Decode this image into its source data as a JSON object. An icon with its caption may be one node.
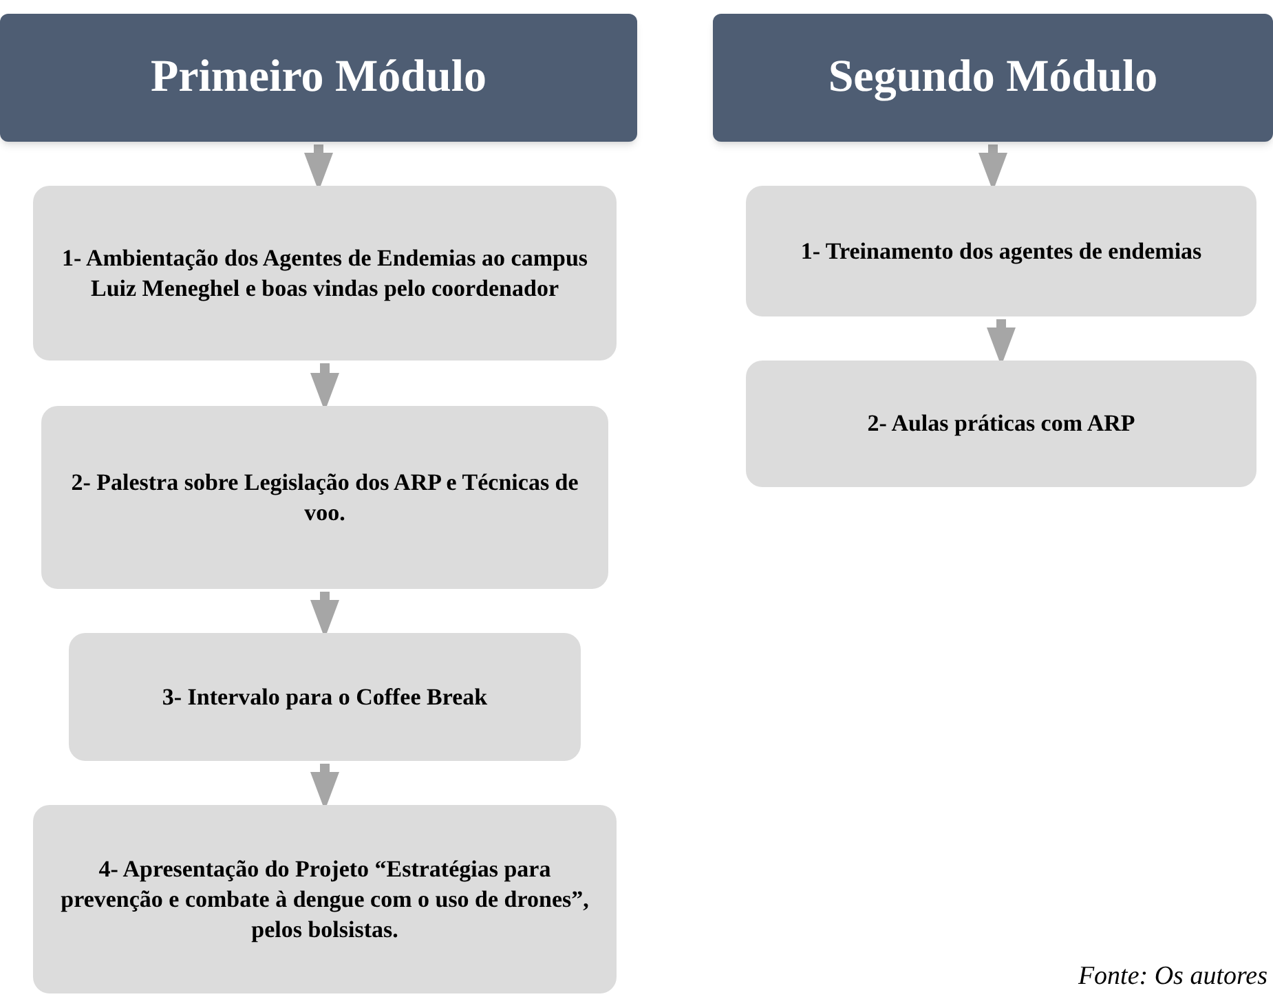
{
  "diagram": {
    "nodes": [
      {
        "text": [
          "Primeiro Módulo"
        ]
      },
      {
        "text": [
          "1- Ambientação dos Agentes de Endemias ao campus Luiz Meneghel e boas vindas pelo coordenador"
        ]
      },
      {
        "text": [
          "2- Palestra sobre Legislação dos ARP e Técnicas de voo."
        ]
      },
      {
        "text": [
          "3- Intervalo para o Coffee Break"
        ]
      },
      {
        "text": [
          "4- Apresentação do Projeto “Estratégias para prevenção e combate à dengue com o uso de drones”, pelos bolsistas."
        ]
      },
      {
        "text": [
          "Segundo Módulo"
        ]
      },
      {
        "text": [
          "1- Treinamento dos agentes de endemias"
        ]
      },
      {
        "text": [
          "2- Aulas práticas com ARP"
        ]
      }
    ],
    "edges": [
      {
        "from": 0,
        "to": 1,
        "arrow": "to"
      },
      {
        "from": 1,
        "to": 2,
        "arrow": "to"
      },
      {
        "from": 2,
        "to": 3,
        "arrow": "to"
      },
      {
        "from": 3,
        "to": 4,
        "arrow": "to"
      },
      {
        "from": 5,
        "to": 6,
        "arrow": "to"
      },
      {
        "from": 6,
        "to": 7,
        "arrow": "to"
      }
    ],
    "labels": [
      "Fonte: Os autores"
    ]
  }
}
